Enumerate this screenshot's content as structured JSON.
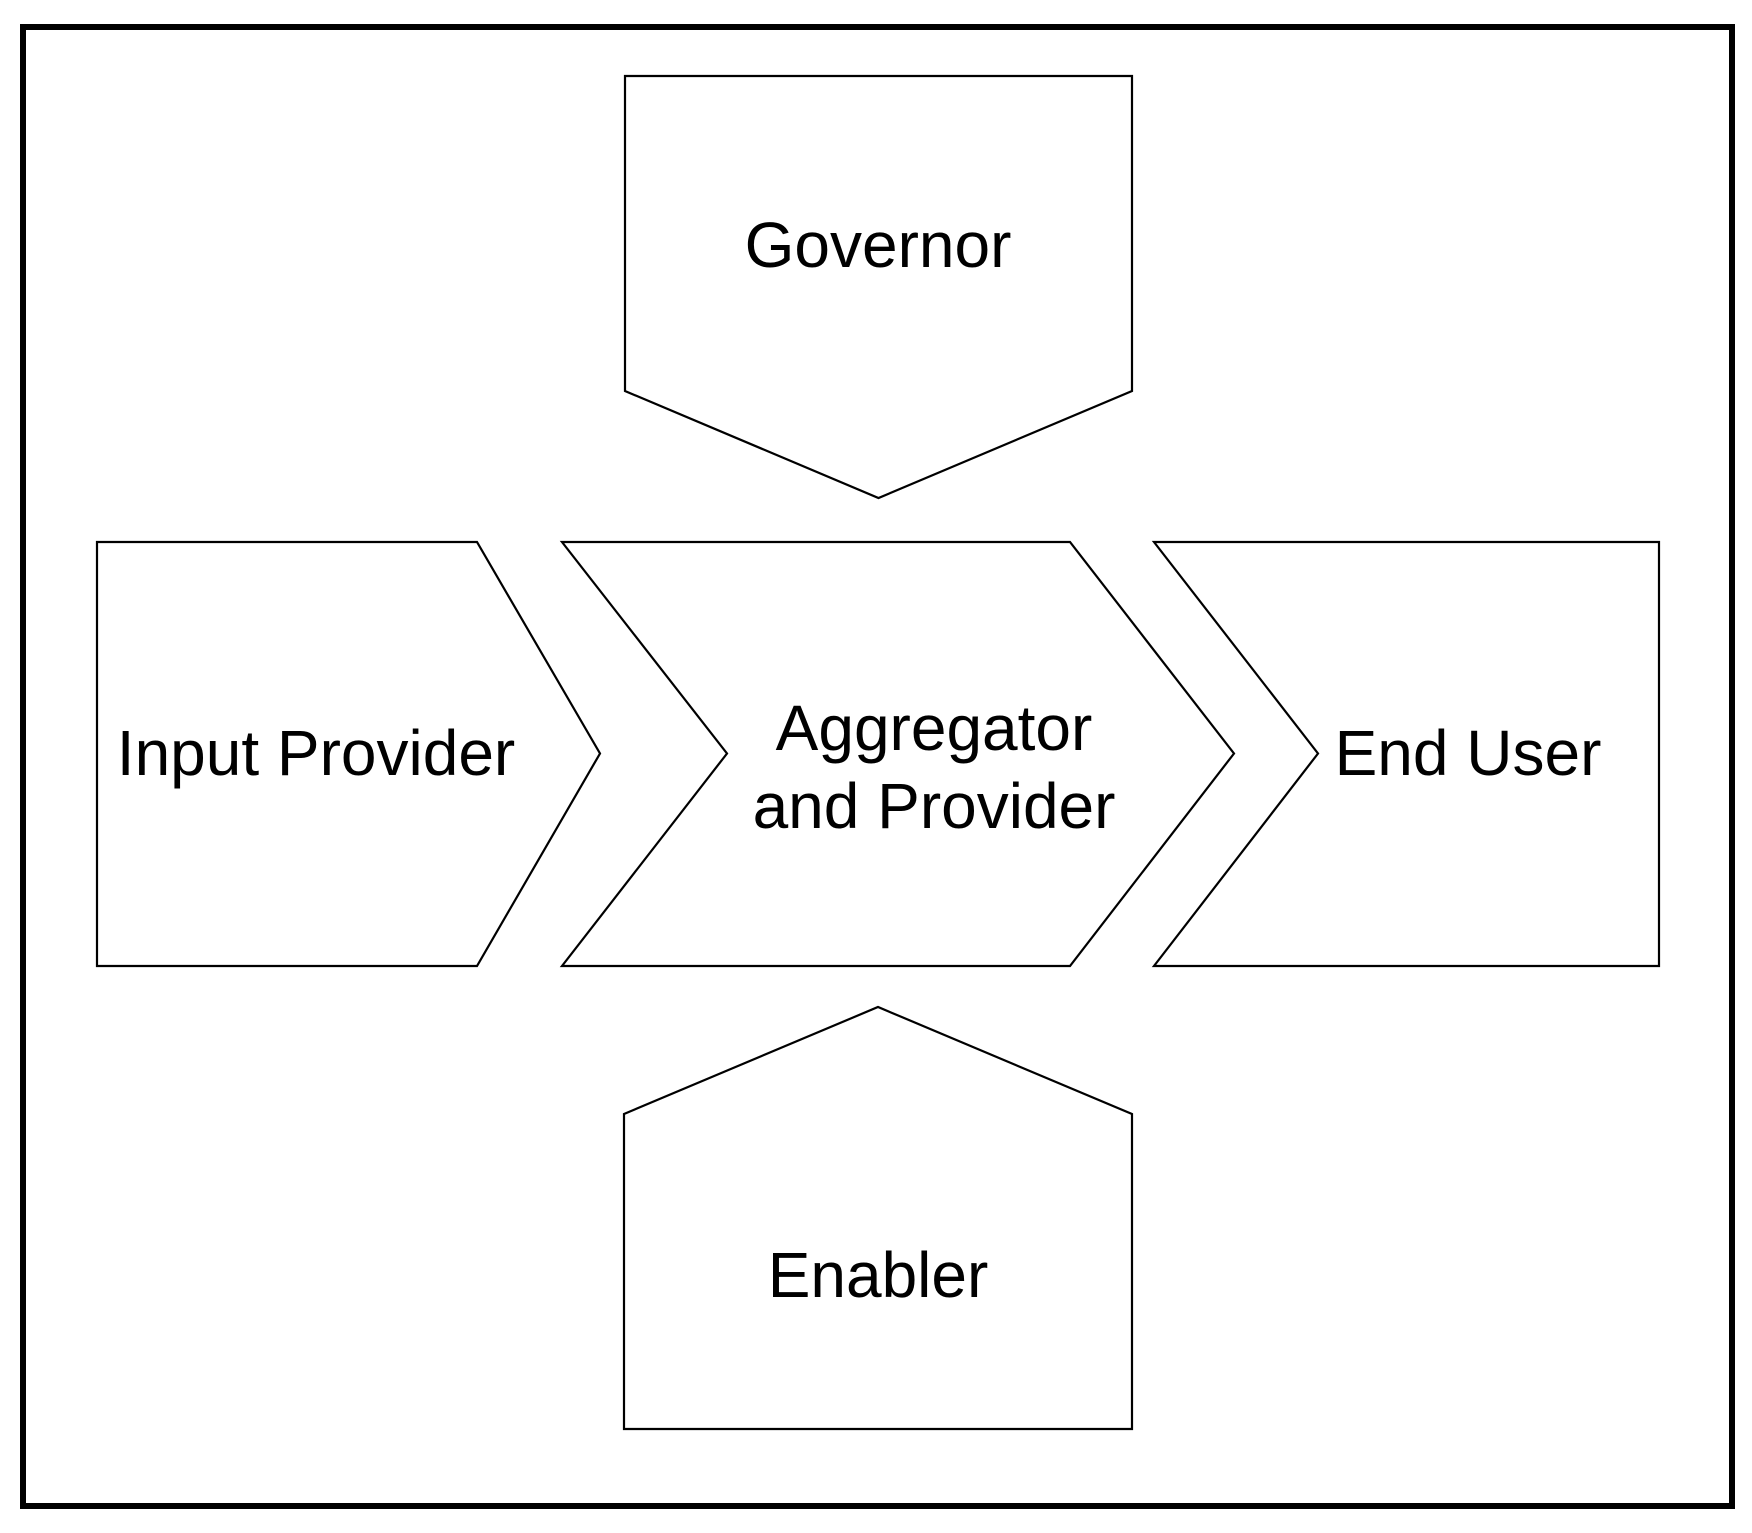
{
  "diagram": {
    "background_color": "#ffffff",
    "shape_fill_color": "#ffffff",
    "stroke_color": "#000000",
    "text_color": "#000000",
    "nodes": [
      {
        "id": "governor",
        "label": "Governor",
        "shape": "pentagon-down",
        "lines": [
          "Governor"
        ]
      },
      {
        "id": "input-provider",
        "label": "Input Provider",
        "shape": "arrow-right",
        "lines": [
          "Input Provider"
        ]
      },
      {
        "id": "aggregator-and-provider",
        "label": "Aggregator and Provider",
        "shape": "chevron-right",
        "lines": [
          "Aggregator",
          "and Provider"
        ]
      },
      {
        "id": "end-user",
        "label": "End User",
        "shape": "rect-notched-left",
        "lines": [
          "End User"
        ]
      },
      {
        "id": "enabler",
        "label": "Enabler",
        "shape": "pentagon-up",
        "lines": [
          "Enabler"
        ]
      }
    ]
  }
}
